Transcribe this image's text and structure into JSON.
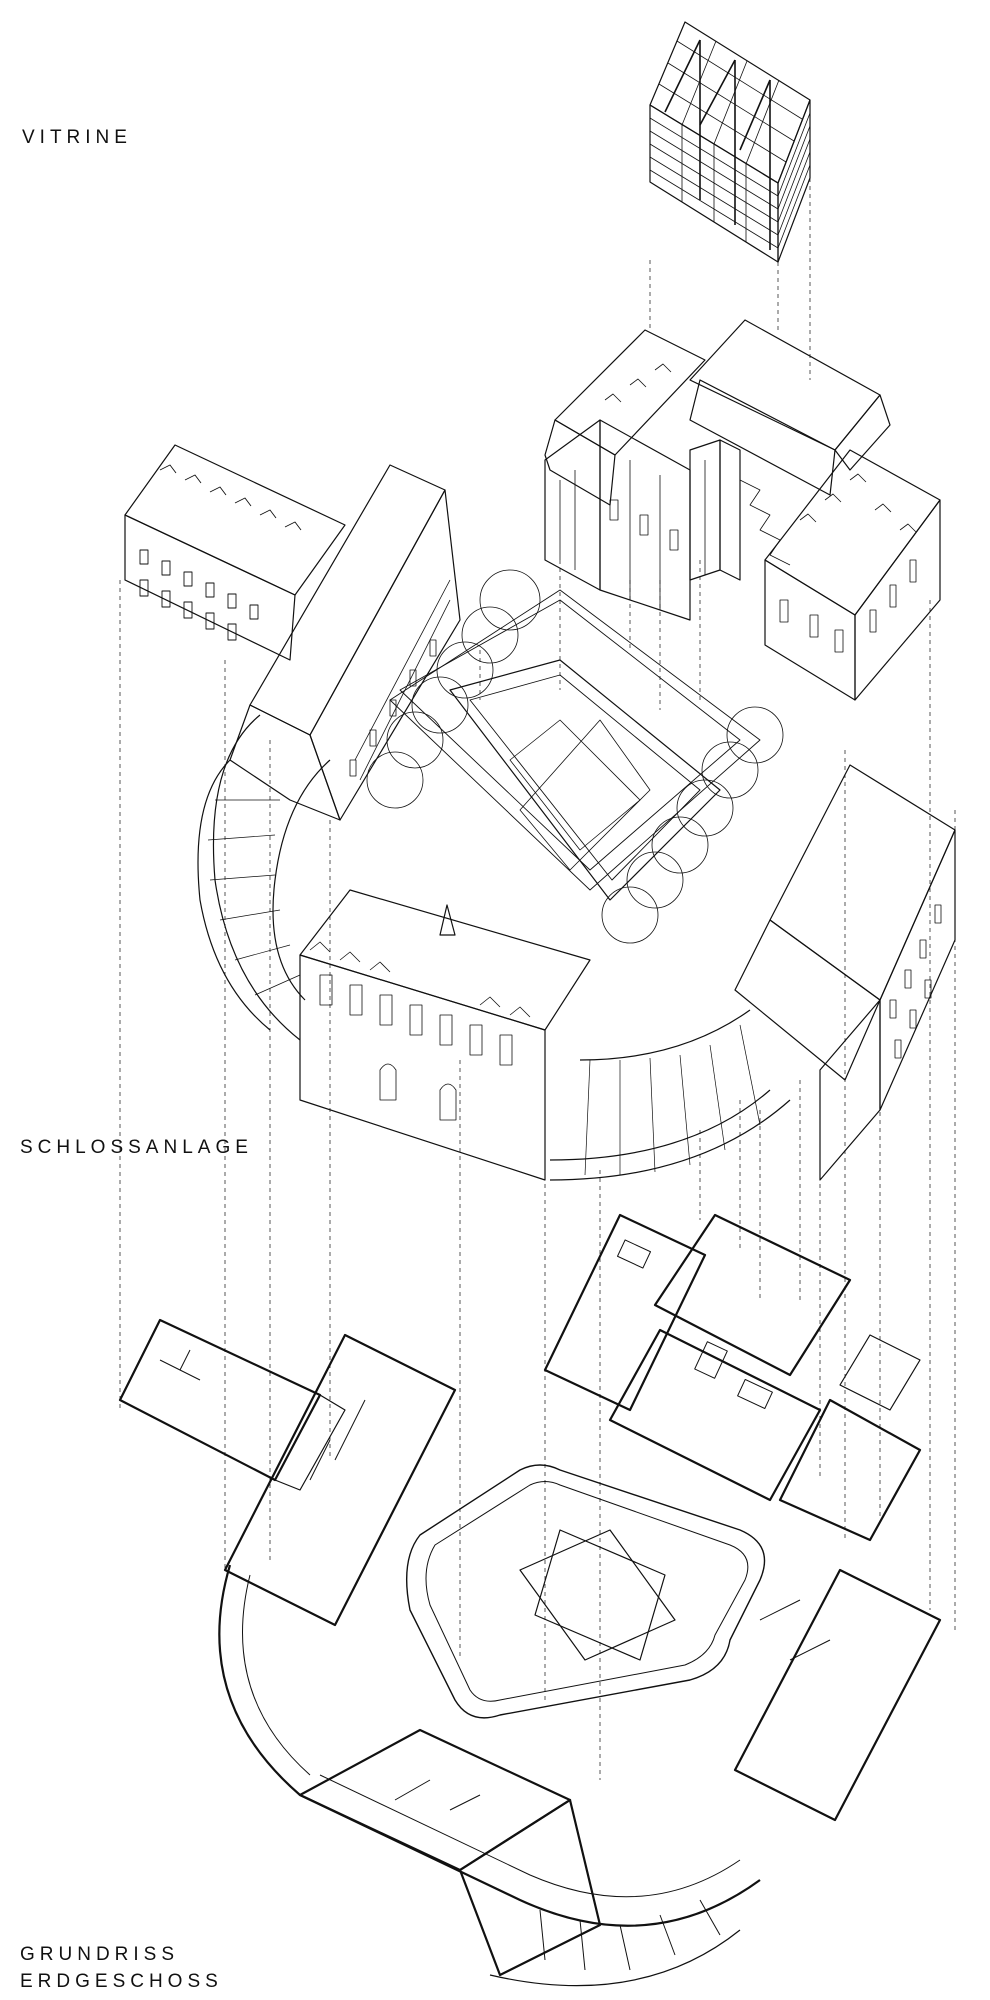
{
  "labels": {
    "vitrine": "VITRINE",
    "schlossanlage": "SCHLOSSANLAGE",
    "grundriss": "GRUNDRISS",
    "erdgeschoss": "ERDGESCHOSS"
  },
  "colors": {
    "line": "#111111",
    "background": "#ffffff"
  }
}
